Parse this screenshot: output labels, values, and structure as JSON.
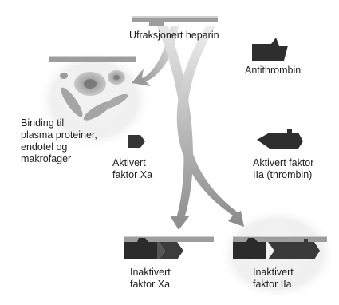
{
  "labels": {
    "heparin": "Ufraksjonert heparin",
    "antithrombin": "Antithrombin",
    "binding": [
      "Binding til",
      "plasma proteiner,",
      "endotel og",
      "makrofager"
    ],
    "xa_active": [
      "Aktivert",
      "faktor Xa"
    ],
    "iia_active": [
      "Aktivert faktor",
      "IIa (thrombin)"
    ],
    "xa_inactive": [
      "Inaktivert",
      "faktor Xa"
    ],
    "iia_inactive": [
      "Inaktivert",
      "faktor IIa"
    ]
  },
  "colors": {
    "heparin_strand": "#9a9a9a",
    "protein_dark": "#2b2b2b",
    "arrow_light": "#d8d8d8",
    "arrow_dark": "#8a8a8a",
    "glow": "#eeeeee",
    "cell": "#b0b0b0"
  }
}
